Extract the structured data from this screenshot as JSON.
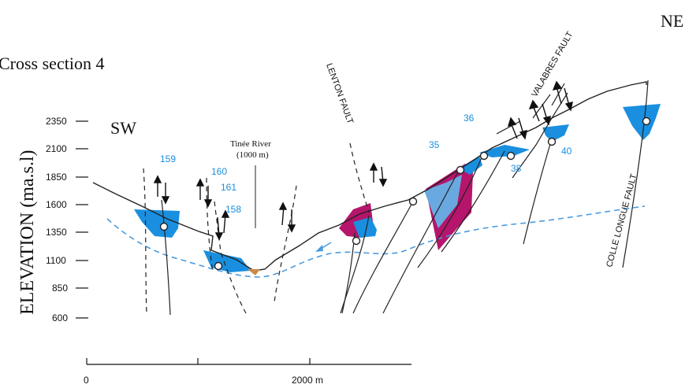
{
  "title": "Cross section 4",
  "orientation": {
    "left": "SW",
    "right": "NE"
  },
  "y_axis": {
    "label": "ELEVATION (ma.s.l)",
    "ticks": [
      "2350",
      "2100",
      "1850",
      "1600",
      "1350",
      "1100",
      "850",
      "600"
    ]
  },
  "scale_bar": {
    "start_label": "0",
    "end_label": "2000 m"
  },
  "river": {
    "name": "Tinée River",
    "elevation": "(1000 m)"
  },
  "faults": {
    "lenton": "LENTON FAULT",
    "valabres": "VALABRES FAULT",
    "colle_longue": "COLLE LONGUE FAULT"
  },
  "site_labels": {
    "s159": "159",
    "s160": "160",
    "s161": "161",
    "s158": "158",
    "s36": "36",
    "s35": "35",
    "s38": "38",
    "s40": "40"
  },
  "colors": {
    "site_blue": "#1a8fe0",
    "light_blue": "#6aa9e0",
    "magenta": "#b5156b",
    "water_table": "#4a9be0",
    "line": "#222222",
    "river_fill": "#c98a4a"
  }
}
